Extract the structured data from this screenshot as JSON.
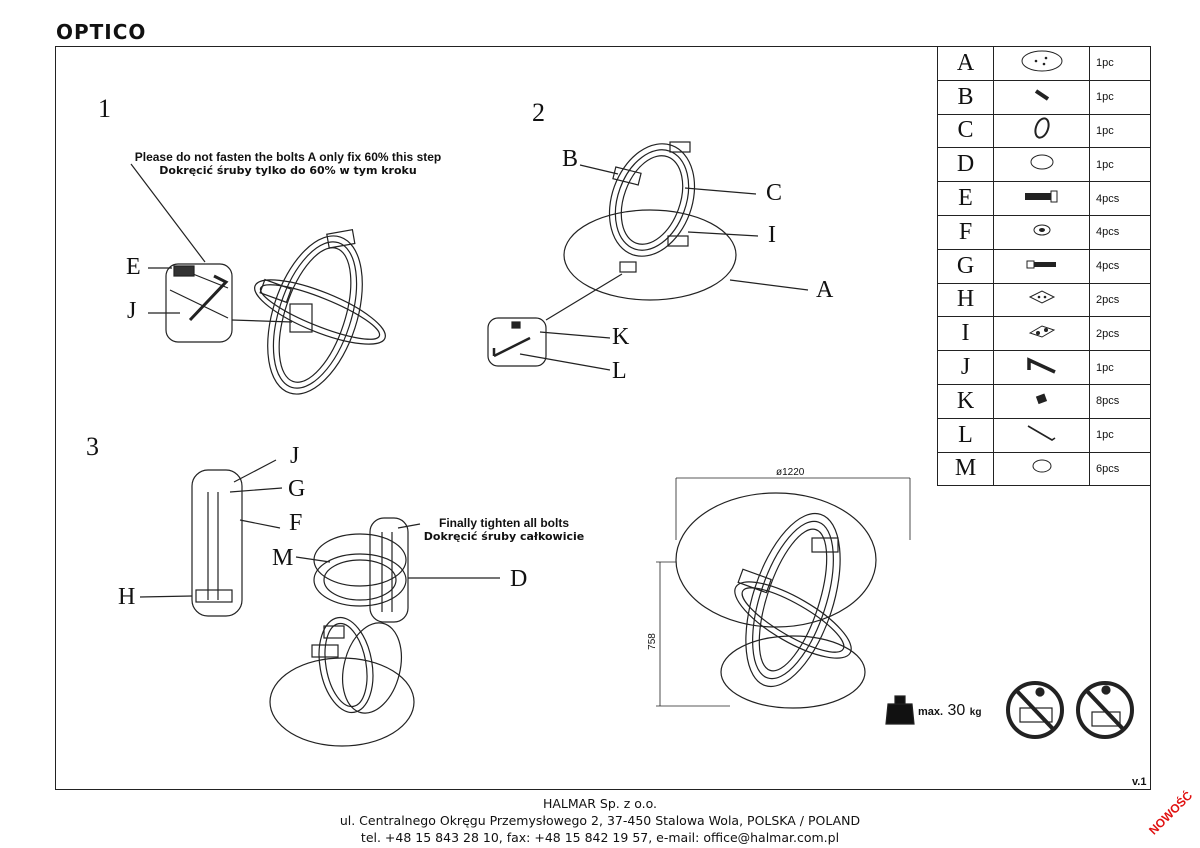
{
  "title": "OPTICO",
  "steps": {
    "s1": "1",
    "s2": "2",
    "s3": "3"
  },
  "notes": {
    "step1_en": "Please do not fasten the bolts A only fix 60% this step",
    "step1_pl": "Dokręcić śruby tylko do 60% w tym kroku",
    "step3_en": "Finally tighten all bolts",
    "step3_pl": "Dokręcić śruby całkowicie"
  },
  "labels": {
    "s1": {
      "E": "E",
      "J": "J"
    },
    "s2": {
      "B": "B",
      "C": "C",
      "I": "I",
      "A": "A",
      "K": "K",
      "L": "L"
    },
    "s3": {
      "J": "J",
      "G": "G",
      "F": "F",
      "M": "M",
      "D": "D",
      "H": "H"
    }
  },
  "parts": [
    {
      "letter": "A",
      "qty": "1pc",
      "icon": "plate-icon"
    },
    {
      "letter": "B",
      "qty": "1pc",
      "icon": "small-bolt-icon"
    },
    {
      "letter": "C",
      "qty": "1pc",
      "icon": "oval-frame-icon"
    },
    {
      "letter": "D",
      "qty": "1pc",
      "icon": "ring-icon"
    },
    {
      "letter": "E",
      "qty": "4pcs",
      "icon": "bolt-icon"
    },
    {
      "letter": "F",
      "qty": "4pcs",
      "icon": "washer-icon"
    },
    {
      "letter": "G",
      "qty": "4pcs",
      "icon": "screw-icon"
    },
    {
      "letter": "H",
      "qty": "2pcs",
      "icon": "bracket-icon"
    },
    {
      "letter": "I",
      "qty": "2pcs",
      "icon": "bracket-plate-icon"
    },
    {
      "letter": "J",
      "qty": "1pc",
      "icon": "allen-key-icon"
    },
    {
      "letter": "K",
      "qty": "8pcs",
      "icon": "grub-screw-icon"
    },
    {
      "letter": "L",
      "qty": "1pc",
      "icon": "small-key-icon"
    },
    {
      "letter": "M",
      "qty": "6pcs",
      "icon": "pad-icon"
    }
  ],
  "dimensions": {
    "diameter": "ø1220",
    "height": "758"
  },
  "load": {
    "prefix": "max.",
    "value": "30",
    "unit": "kg"
  },
  "version": "v.1",
  "stamp": "NOWOŚĆ",
  "footer": {
    "company": "HALMAR Sp. z o.o.",
    "address": "ul. Centralnego Okręgu Przemysłowego 2, 37-450 Stalowa Wola, POLSKA / POLAND",
    "contact": "tel. +48 15 843 28 10, fax: +48 15 842 19 57, e-mail: office@halmar.com.pl"
  }
}
